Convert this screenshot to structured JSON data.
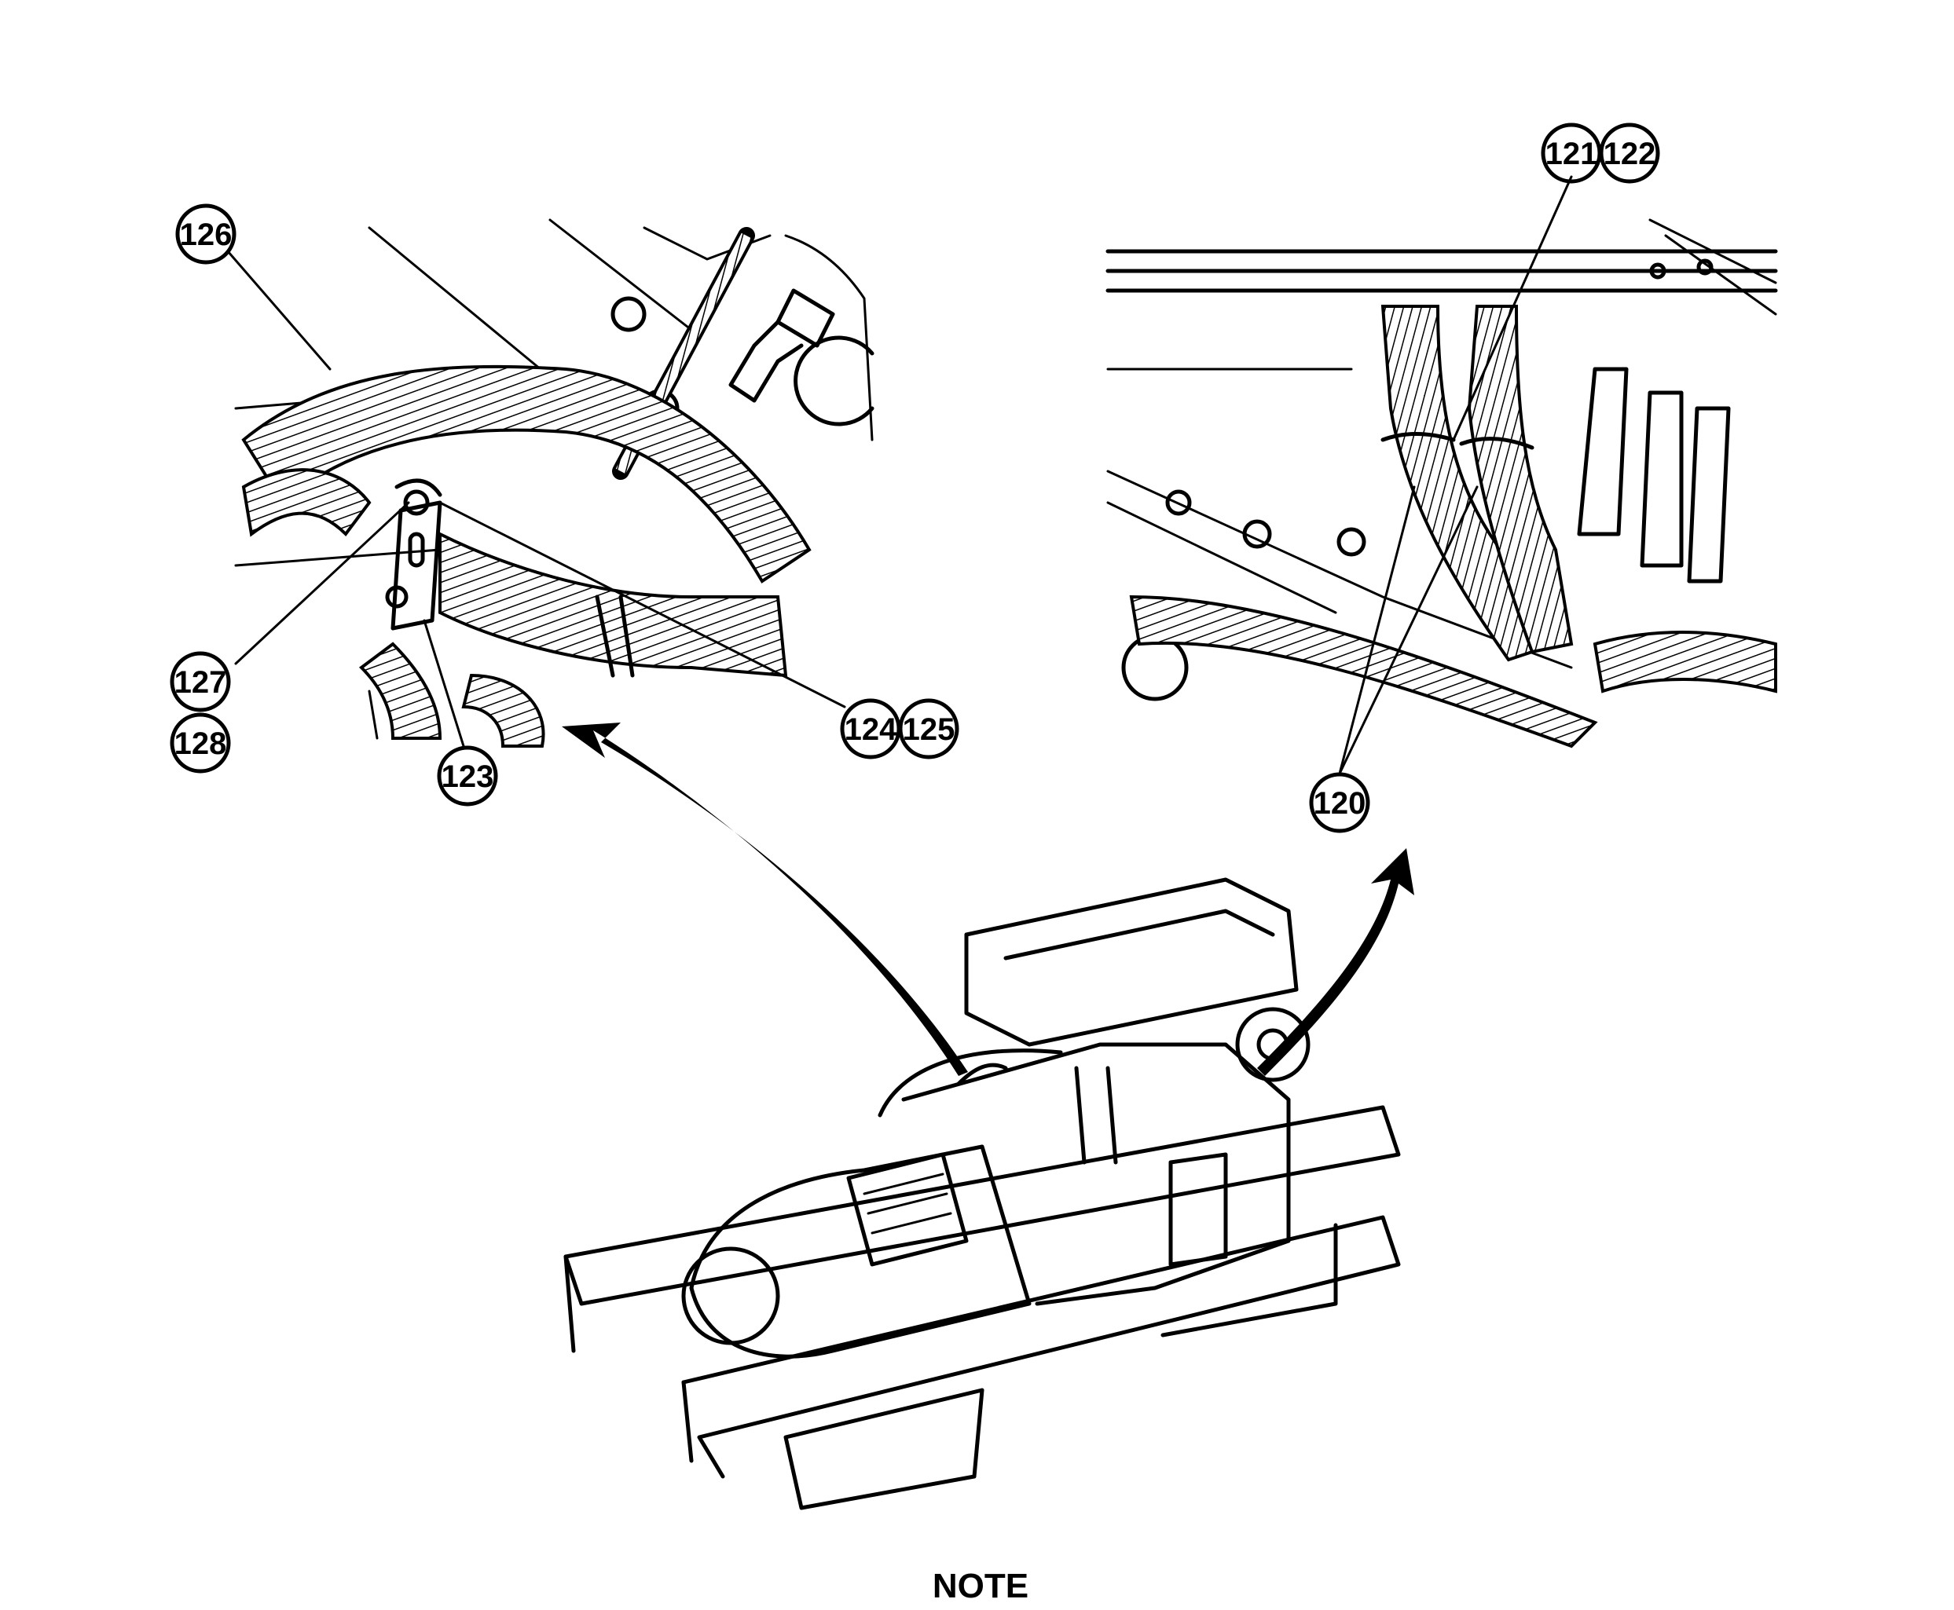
{
  "callouts": {
    "c120": "120",
    "c121": "121",
    "c122": "122",
    "c123": "123",
    "c124": "124",
    "c125": "125",
    "c126": "126",
    "c127": "127",
    "c128": "128"
  },
  "note": "NOTE"
}
